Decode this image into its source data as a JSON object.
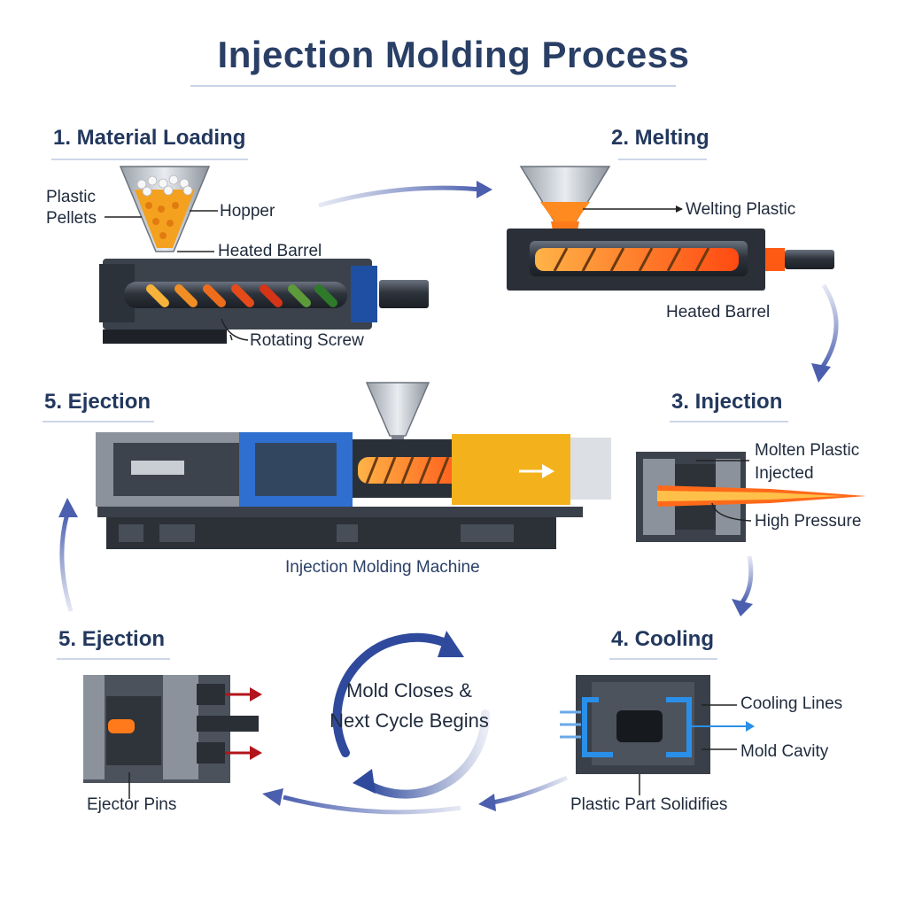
{
  "title": "Injection Molding Process",
  "steps": {
    "s1": {
      "heading": "1. Material Loading",
      "labels": {
        "pellets_line1": "Plastic",
        "pellets_line2": "Pellets",
        "hopper": "Hopper",
        "barrel": "Heated Barrel",
        "screw": "Rotating Screw"
      }
    },
    "s2": {
      "heading": "2. Melting",
      "labels": {
        "melting": "Welting Plastic",
        "barrel": "Heated Barrel"
      }
    },
    "s3": {
      "heading": "3. Injection",
      "labels": {
        "molten_line1": "Molten Plastic",
        "molten_line2": "Injected",
        "pressure": "High Pressure"
      }
    },
    "s4": {
      "heading": "4. Cooling",
      "labels": {
        "cooling_lines": "Cooling Lines",
        "cavity": "Mold Cavity",
        "solidifies": "Plastic Part Solidifies"
      }
    },
    "s5a": {
      "heading": "5. Ejection"
    },
    "s5b": {
      "heading": "5. Ejection",
      "labels": {
        "pins": "Ejector Pins"
      }
    }
  },
  "machine": {
    "caption": "Injection Molding Machine"
  },
  "cycle": {
    "line1": "Mold Closes &",
    "line2": "Next Cycle Begins"
  },
  "colors": {
    "title": "#2a3f66",
    "arrow": "#5f72b8",
    "melt": "#ff7a1a",
    "mold_blue": "#2f6fd0",
    "mold_yellow": "#f3b21c",
    "cooling": "#2a8fe8"
  }
}
